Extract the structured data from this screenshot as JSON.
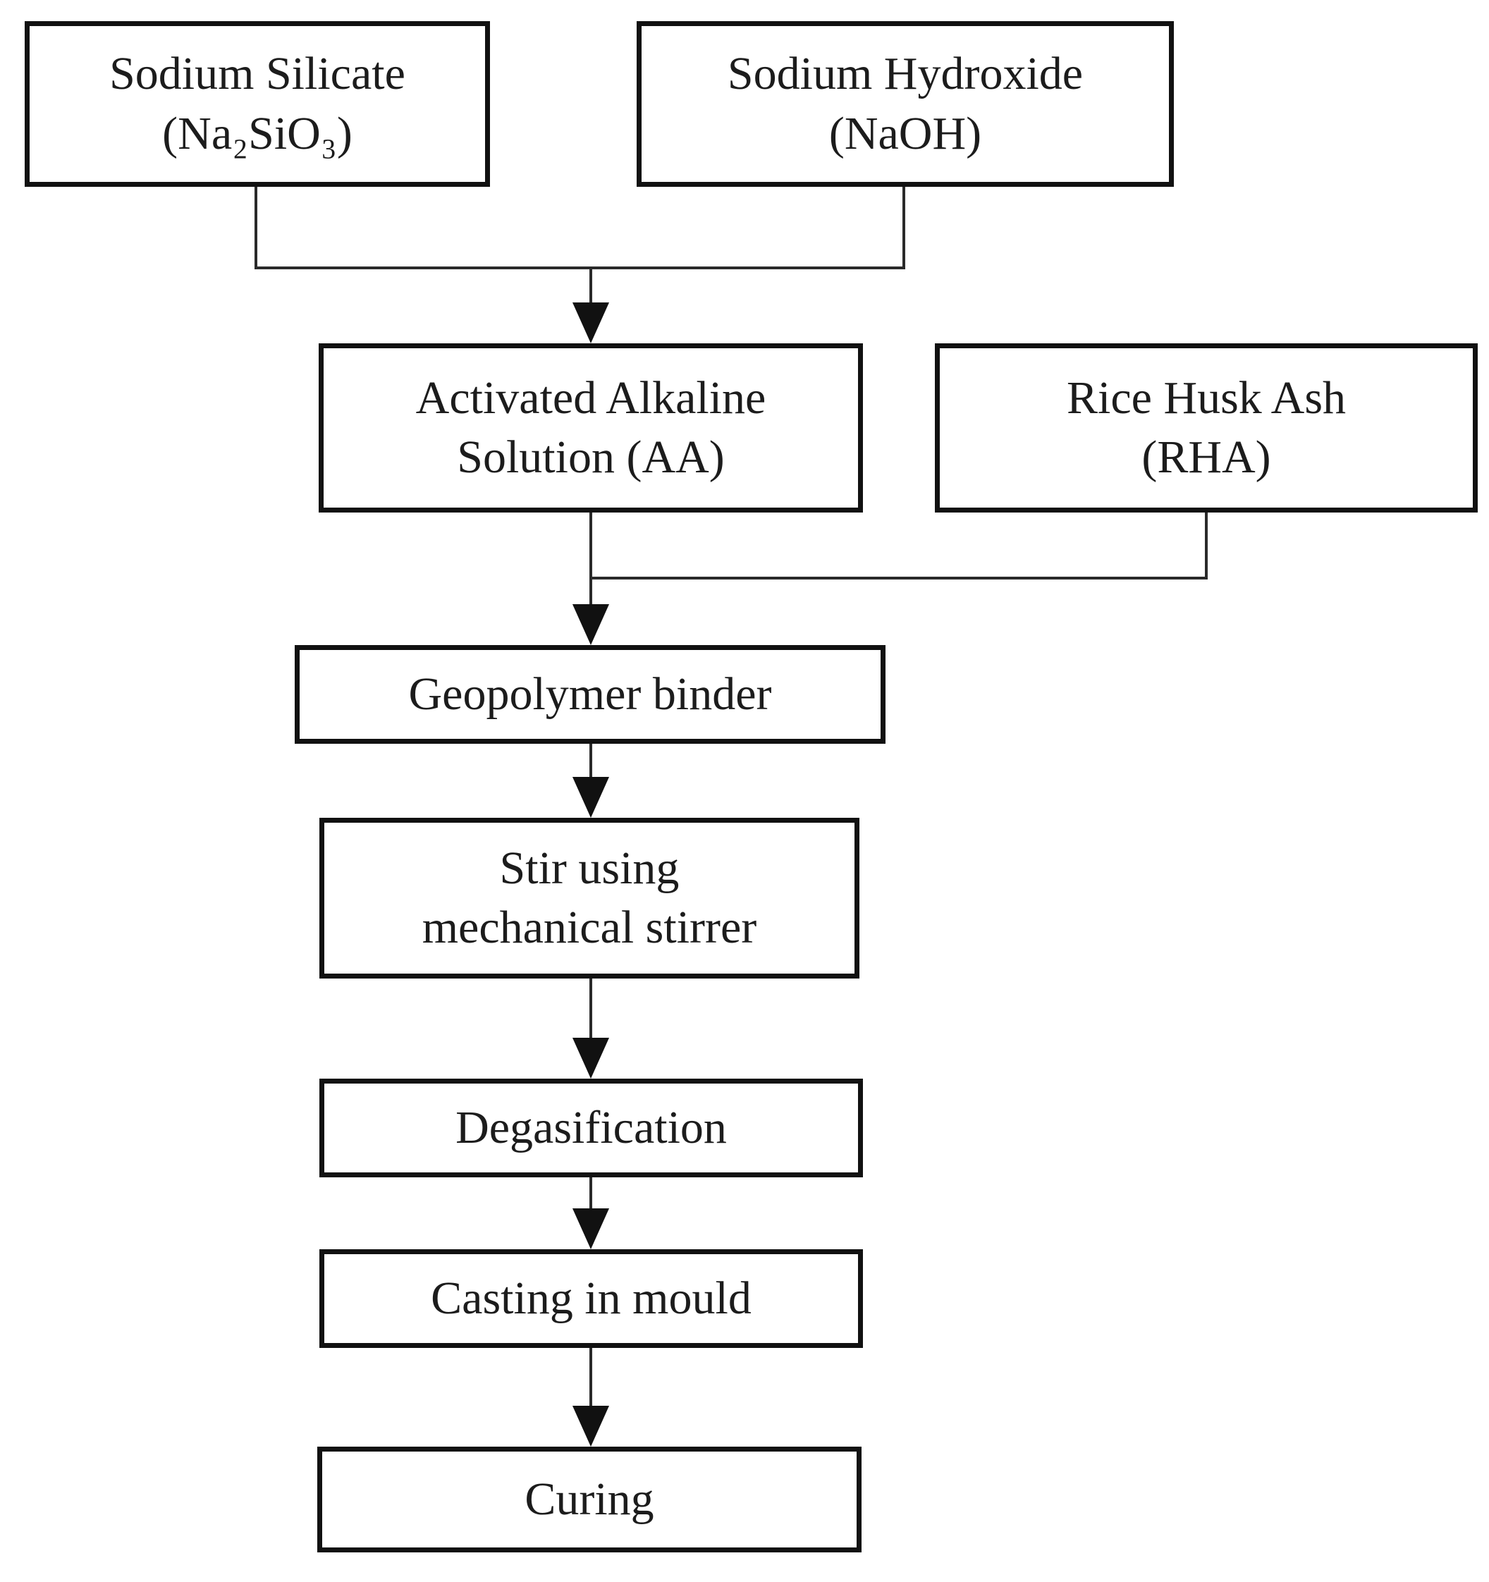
{
  "colors": {
    "ink": "#1c1c1c",
    "line": "#2a2a2a",
    "box_border": "#111111",
    "background": "#ffffff"
  },
  "diagram_type": "process-flowchart",
  "boxes": {
    "sodium_silicate": {
      "lines": [
        "Sodium Silicate",
        "(Na₂SiO₃)"
      ]
    },
    "sodium_hydroxide": {
      "lines": [
        "Sodium Hydroxide",
        "(NaOH)"
      ]
    },
    "activated_alkaline": {
      "lines": [
        "Activated Alkaline",
        "Solution (AA)"
      ]
    },
    "rice_husk_ash": {
      "lines": [
        "Rice Husk Ash",
        "(RHA)"
      ]
    },
    "geopolymer_binder": {
      "lines": [
        "Geopolymer binder"
      ]
    },
    "stir": {
      "lines": [
        "Stir using",
        "mechanical stirrer"
      ]
    },
    "degasification": {
      "lines": [
        "Degasification"
      ]
    },
    "casting": {
      "lines": [
        "Casting in mould"
      ]
    },
    "curing": {
      "lines": [
        "Curing"
      ]
    }
  },
  "edges": [
    {
      "from": "sodium_silicate",
      "to": "activated_alkaline"
    },
    {
      "from": "sodium_hydroxide",
      "to": "activated_alkaline"
    },
    {
      "from": "activated_alkaline",
      "to": "geopolymer_binder"
    },
    {
      "from": "rice_husk_ash",
      "to": "geopolymer_binder"
    },
    {
      "from": "geopolymer_binder",
      "to": "stir"
    },
    {
      "from": "stir",
      "to": "degasification"
    },
    {
      "from": "degasification",
      "to": "casting"
    },
    {
      "from": "casting",
      "to": "curing"
    }
  ]
}
